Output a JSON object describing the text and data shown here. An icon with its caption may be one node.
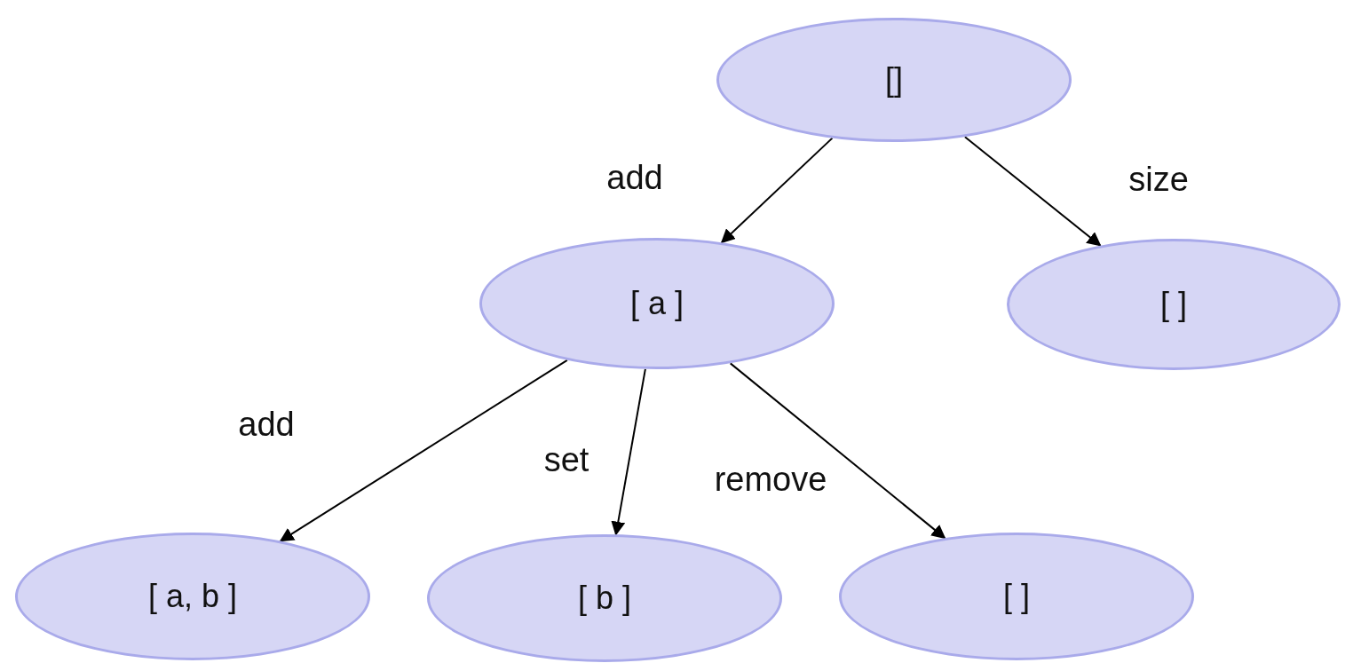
{
  "diagram": {
    "nodes": [
      {
        "text": [
          "[]"
        ]
      },
      {
        "text": [
          "[ a ]"
        ]
      },
      {
        "text": [
          "[ ]"
        ]
      },
      {
        "text": [
          "[ a, b ]"
        ]
      },
      {
        "text": [
          "[ b ]"
        ]
      },
      {
        "text": [
          "[ ]"
        ]
      }
    ],
    "edges": [
      {
        "from": 0,
        "to": 1,
        "arrow": "to",
        "label": "add"
      },
      {
        "from": 0,
        "to": 2,
        "arrow": "to",
        "label": "size"
      },
      {
        "from": 1,
        "to": 3,
        "arrow": "to",
        "label": "add"
      },
      {
        "from": 1,
        "to": 4,
        "arrow": "to",
        "label": "set"
      },
      {
        "from": 1,
        "to": 5,
        "arrow": "to",
        "label": "remove"
      }
    ]
  }
}
